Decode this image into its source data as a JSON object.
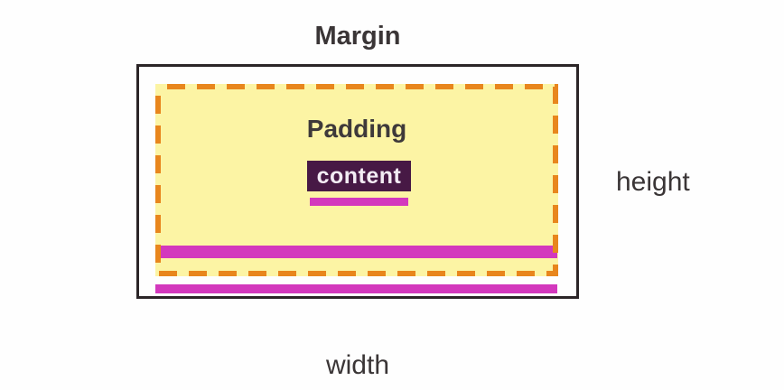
{
  "diagram": {
    "margin_label": "Margin",
    "padding_label": "Padding",
    "content_label": "content",
    "height_label": "height",
    "width_label": "width"
  },
  "colors": {
    "background": "#fefefe",
    "outer_border": "#2b2527",
    "padding_fill": "#fcf4a4",
    "padding_dash": "#e8861d",
    "bar_magenta": "#d338bd",
    "content_bg": "#471945",
    "content_text": "#f3ecf4",
    "label_text": "#3a3536"
  }
}
